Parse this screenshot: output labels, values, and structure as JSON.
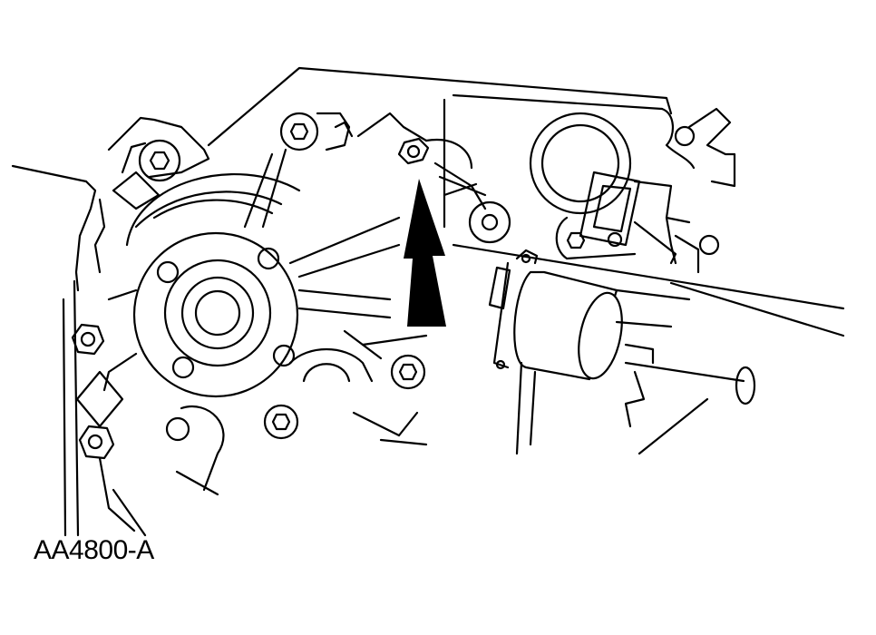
{
  "figure": {
    "caption": "AA4800-A",
    "subject": "engine front cover with water pump pulley hub, bolts and indicator arrow",
    "arrow_target": "hex-bolt",
    "line_color": "#000000",
    "background_color": "#ffffff"
  }
}
